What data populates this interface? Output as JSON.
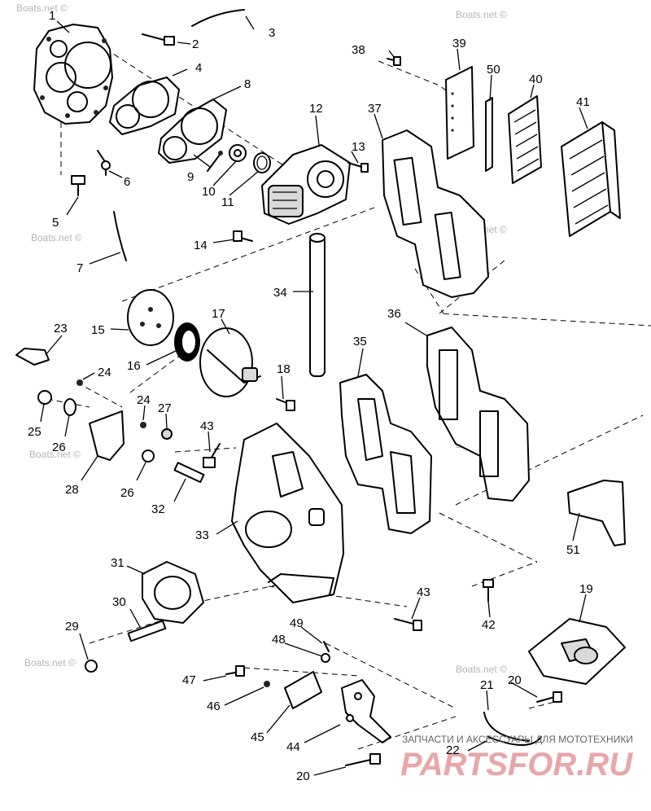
{
  "watermark": "Boats.net ©",
  "brand": {
    "caption": "ЗАПЧАСТИ И АКСЕССУАРЫ ДЛЯ МОТОТЕХНИКИ",
    "logo_text": "PARTSFOR.RU",
    "logo_color": "#e8a6a8"
  },
  "callouts": [
    "1",
    "2",
    "3",
    "4",
    "8",
    "38",
    "39",
    "50",
    "40",
    "41",
    "37",
    "12",
    "13",
    "9",
    "10",
    "11",
    "6",
    "5",
    "7",
    "14",
    "34",
    "17",
    "15",
    "16",
    "23",
    "24",
    "18",
    "25",
    "26",
    "28",
    "24",
    "27",
    "43",
    "26",
    "32",
    "33",
    "35",
    "36",
    "51",
    "31",
    "30",
    "43",
    "42",
    "19",
    "29",
    "49",
    "48",
    "47",
    "46",
    "45",
    "44",
    "20",
    "21",
    "22",
    "20"
  ]
}
